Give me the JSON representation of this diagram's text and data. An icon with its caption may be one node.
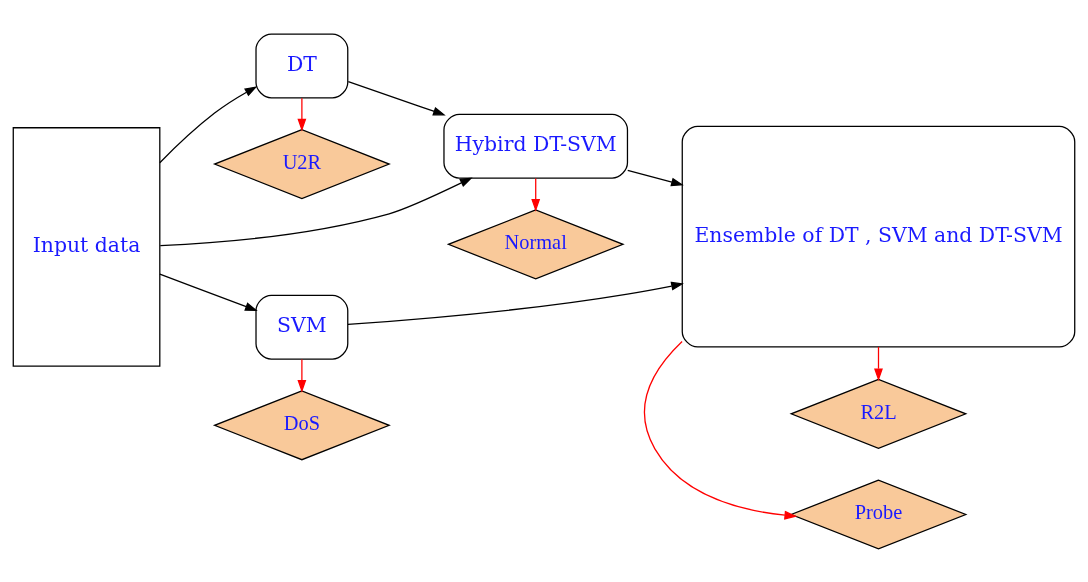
{
  "diagram": {
    "nodes": [
      {
        "text": [
          "U2R"
        ]
      },
      {
        "text": [
          "Normal"
        ]
      },
      {
        "text": [
          "Input data"
        ]
      },
      {
        "text": [
          "DT"
        ]
      },
      {
        "text": [
          "Hybird DT-SVM"
        ]
      },
      {
        "text": [
          "Ensemble of DT , SVM and DT-SVM"
        ]
      },
      {
        "text": [
          "Probe"
        ]
      },
      {
        "text": [
          "SVM"
        ]
      },
      {
        "text": [
          "R2L"
        ]
      },
      {
        "text": [
          "DoS"
        ]
      }
    ],
    "edges": [
      {
        "from": 2,
        "to": 3,
        "arrow": "to"
      },
      {
        "from": 2,
        "to": 4,
        "arrow": "to"
      },
      {
        "from": 2,
        "to": 7,
        "arrow": "to"
      },
      {
        "from": 3,
        "to": 4,
        "arrow": "to"
      },
      {
        "from": 3,
        "to": 0,
        "arrow": "to",
        "color": "#ff0000"
      },
      {
        "from": 4,
        "to": 1,
        "arrow": "to",
        "color": "#ff0000"
      },
      {
        "from": 4,
        "to": 5,
        "arrow": "to"
      },
      {
        "from": 7,
        "to": 5,
        "arrow": "to"
      },
      {
        "from": 7,
        "to": 9,
        "arrow": "to",
        "color": "#ff0000"
      },
      {
        "from": 5,
        "to": 6,
        "arrow": "to",
        "color": "#ff0000"
      },
      {
        "from": 5,
        "to": 8,
        "arrow": "to",
        "color": "#ff0000"
      }
    ]
  }
}
